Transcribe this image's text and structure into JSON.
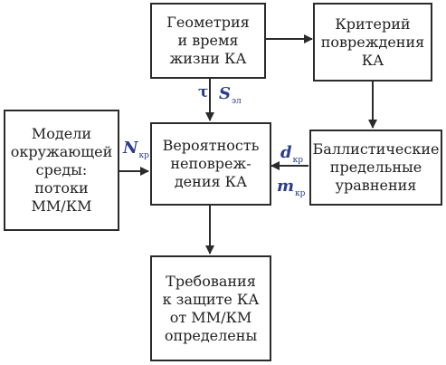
{
  "nodes": {
    "geometry": "Геометрия\nи время\nжизни КА",
    "criterion": "Критерий\nповреждения\nКА",
    "models": "Модели\nокружающей\nсреды:\nпотоки\nММ/КМ",
    "probability": "Вероятность\nнеповреж-\nдения КА",
    "ballistic": "Баллистические\nпредельные\nуравнения",
    "requirements": "Требования\nк защите КА\nот ММ/КМ\nопределены"
  },
  "labels": {
    "tau": "τ",
    "s_main": "S",
    "s_sub": "эл",
    "n_main": "N",
    "n_sub": "кр",
    "d_main": "d",
    "d_sub": "кр",
    "m_main": "m",
    "m_sub": "кр"
  },
  "colors": {
    "label": "#2a3c8c",
    "line": "#2b2b2b"
  }
}
